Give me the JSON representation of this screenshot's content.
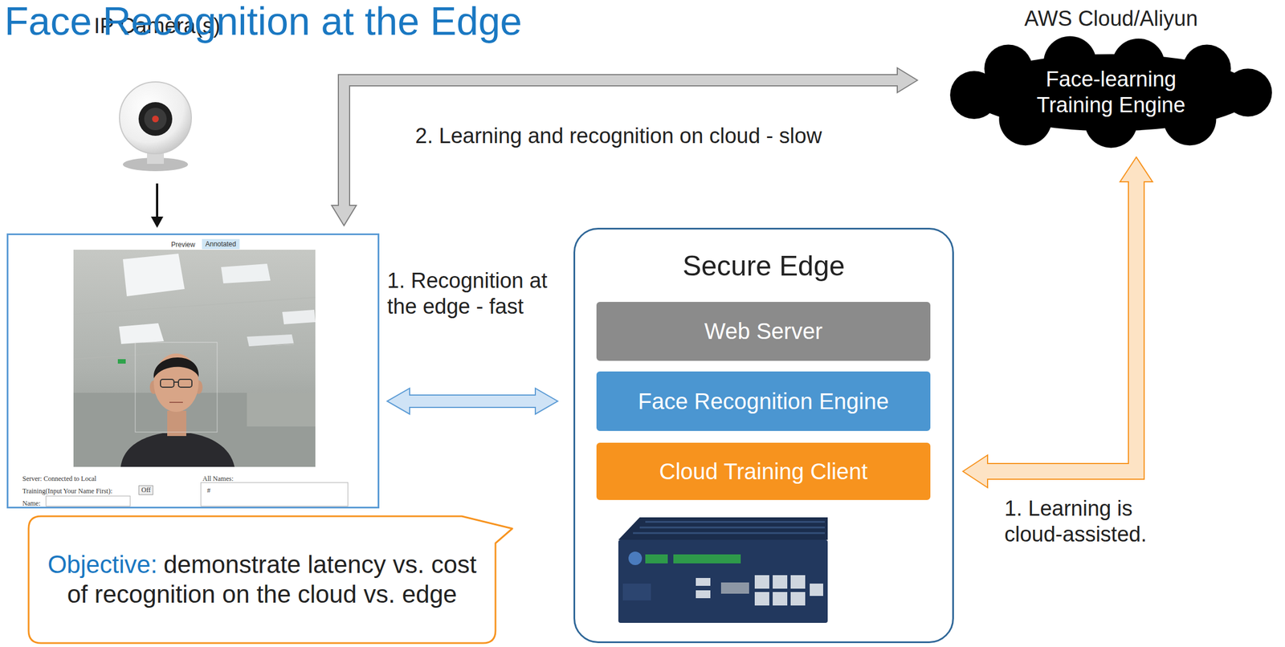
{
  "diagram": {
    "title": "Face Recognition at the Edge",
    "nodes": [
      {
        "text": [
          "IP Camera(s)"
        ]
      },
      {
        "text": [
          "AWS Cloud/Aliyun",
          "Face-learning Training Engine"
        ]
      },
      {
        "text": [
          "Preview",
          "Annotated",
          "Server: Connected to Local",
          "Training(Input Your Name First):",
          "Off",
          "All Names:",
          "Name:",
          "#"
        ]
      },
      {
        "text": [
          "Secure Edge"
        ]
      },
      {
        "text": [
          "Web Server"
        ],
        "in": 3
      },
      {
        "text": [
          "Face Recognition Engine"
        ],
        "in": 3
      },
      {
        "text": [
          "Cloud Training Client"
        ],
        "in": 3
      },
      {
        "text": [
          "Objective:",
          "demonstrate latency vs. cost of recognition on the cloud vs. edge"
        ]
      }
    ],
    "edges": [
      {
        "from": 0,
        "to": 2,
        "arrow": "to"
      },
      {
        "from": 2,
        "to": 3,
        "arrow": "both",
        "label": "1. Recognition at the edge - fast"
      },
      {
        "from": 2,
        "to": 1,
        "arrow": "both",
        "label": "2. Learning and recognition on cloud - slow"
      },
      {
        "from": 6,
        "to": 1,
        "arrow": "both",
        "label": "1. Learning is cloud-assisted."
      }
    ]
  }
}
